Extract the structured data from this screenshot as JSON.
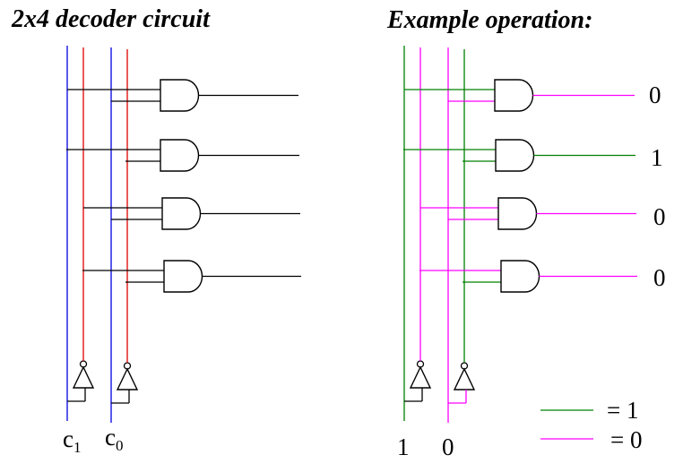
{
  "colors": {
    "c1": "#0000e0",
    "c1_not": "#e00000",
    "c0": "#0000e0",
    "c0_not": "#e00000",
    "gate_output": "#000000",
    "one": "#008000",
    "zero": "#ff00ff",
    "gate_outline": "#000000"
  },
  "left": {
    "title": "2x4 decoder circuit",
    "inputs": [
      {
        "name": "c1",
        "label": "c",
        "subscript": "1"
      },
      {
        "name": "c0",
        "label": "c",
        "subscript": "0"
      }
    ],
    "gates": [
      {
        "in1": "c1",
        "in2": "c0"
      },
      {
        "in1": "c1",
        "in2": "c0_not"
      },
      {
        "in1": "c1_not",
        "in2": "c0"
      },
      {
        "in1": "c1_not",
        "in2": "c0_not"
      }
    ]
  },
  "right": {
    "title": "Example operation:",
    "input_values": {
      "c1": 1,
      "c0": 0
    },
    "input_labels": [
      "1",
      "0"
    ],
    "outputs": [
      "0",
      "1",
      "0",
      "0"
    ]
  },
  "legend": [
    {
      "value": 1,
      "label": "= 1"
    },
    {
      "value": 0,
      "label": "= 0"
    }
  ]
}
